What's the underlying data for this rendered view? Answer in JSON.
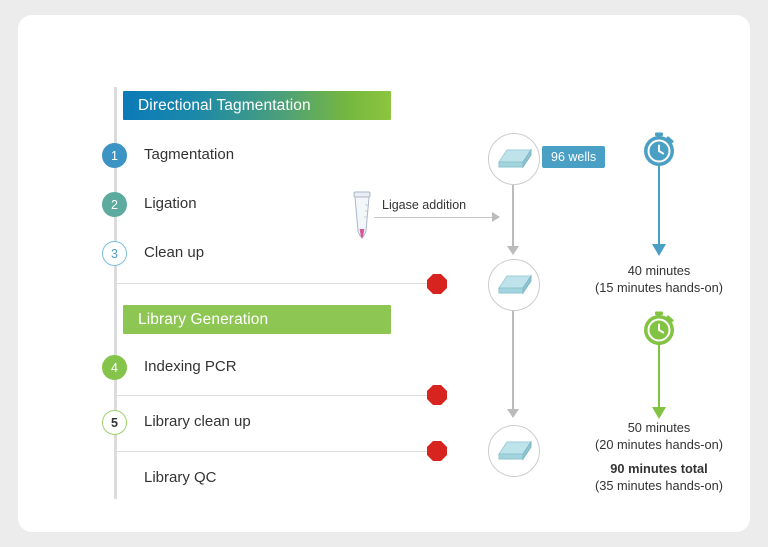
{
  "card": {
    "background": "#ffffff",
    "page_background": "#ececec"
  },
  "sections": [
    {
      "label": "Directional Tagmentation",
      "style": "gradient-blue-green",
      "accent": "#0b7ab8"
    },
    {
      "label": "Library Generation",
      "style": "solid-green",
      "accent": "#8dc653"
    }
  ],
  "steps": [
    {
      "number": "1",
      "label": "Tagmentation",
      "marker": "filled-blue",
      "color": "#3c94c4"
    },
    {
      "number": "2",
      "label": "Ligation",
      "marker": "filled-teal",
      "color": "#5cab9e"
    },
    {
      "number": "3",
      "label": "Clean up",
      "marker": "outline-blue",
      "color": "#7ec0de"
    },
    {
      "number": "4",
      "label": "Indexing PCR",
      "marker": "filled-green",
      "color": "#85c44a"
    },
    {
      "number": "5",
      "label": "Library clean up",
      "marker": "outline-green",
      "color": "#9ed16a"
    },
    {
      "number": "",
      "label": "Library QC",
      "marker": "none",
      "color": "#333333"
    }
  ],
  "stop_points": {
    "icon": "stop-octagon-icon",
    "color": "#d8241f",
    "count": 3,
    "after_steps": [
      "Clean up",
      "Indexing PCR",
      "Library clean up"
    ]
  },
  "middle": {
    "plate_icon": "microplate-icon",
    "plate_color": "#a8dbe4",
    "plate_count": 3,
    "badge": {
      "label": "96 wells",
      "color": "#4a9fc4"
    },
    "tube": {
      "icon": "microcentrifuge-tube-icon",
      "liquid_color": "#d4589a"
    },
    "transition_label": "Ligase addition"
  },
  "timings": [
    {
      "icon": "stopwatch-icon",
      "color": "#4a9fc4",
      "duration": "40 minutes",
      "hands_on": "(15 minutes hands-on)"
    },
    {
      "icon": "stopwatch-icon",
      "color": "#82c341",
      "duration": "50 minutes",
      "hands_on": "(20 minutes hands-on)"
    }
  ],
  "total": {
    "duration": "90 minutes total",
    "hands_on": "(35 minutes hands-on)"
  }
}
